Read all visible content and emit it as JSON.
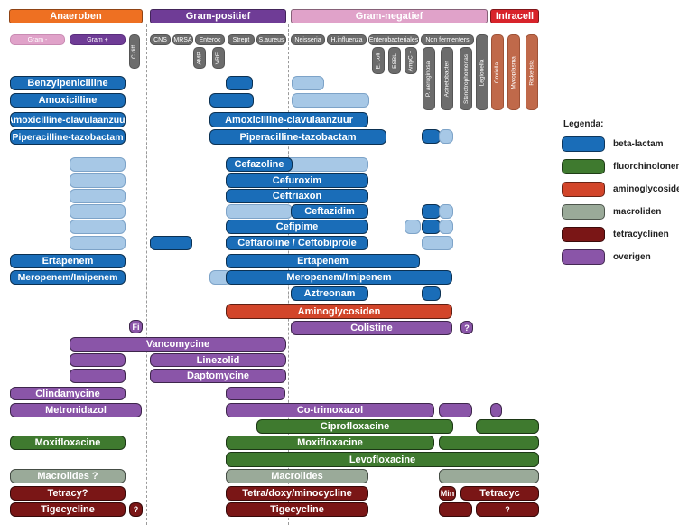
{
  "headers": {
    "anaeroben": "Anaeroben",
    "gram_pos": "Gram-positief",
    "gram_neg": "Gram-negatief",
    "intracell": "Intracell"
  },
  "subheaders": {
    "gram_minus": "Gram -",
    "gram_plus": "Gram +"
  },
  "organisms": {
    "c_diff": "C diff",
    "cns": "CNS",
    "mrsa": "MRSA",
    "enteroc": "Enteroc",
    "strept": "Strept",
    "saureus": "S.aureus",
    "neisseria": "Neisseria",
    "hinfluenza": "H.influenza",
    "enterobacteriales": "Enterobacteriales",
    "nonfermenters": "Non fermenters",
    "amp": "AMP",
    "vre": "VRE",
    "ecoli": "E. coli",
    "esbl": "ESBL",
    "ampc": "AmpC +",
    "paeruginosa": "P. aeruginosa",
    "acinetobacter": "Acinetobacter",
    "stenotrophomonas": "Stenotrophomonas",
    "legionella": "Legionella",
    "coxiella": "Coxiella",
    "mycoplasma": "Mycoplasma",
    "rickettsia": "Rickettsia"
  },
  "drugs": {
    "benzylpenicilline": "Benzylpenicilline",
    "amoxicilline": "Amoxicilline",
    "amoxiclav": "Amoxicilline-clavulaanzuur",
    "piptazo": "Piperacilline-tazobactam",
    "cefazoline": "Cefazoline",
    "cefuroxim": "Cefuroxim",
    "ceftriaxon": "Ceftriaxon",
    "ceftazidim": "Ceftazidim",
    "cefipime": "Cefipime",
    "ceftaroline": "Ceftaroline / Ceftobiprole",
    "ertapenem": "Ertapenem",
    "meropenem": "Meropenem/Imipenem",
    "aztreonam": "Aztreonam",
    "aminoglycosiden": "Aminoglycosiden",
    "fi": "Fi",
    "colistine": "Colistine",
    "q": "?",
    "vancomycine": "Vancomycine",
    "linezolid": "Linezolid",
    "daptomycine": "Daptomycine",
    "clindamycine": "Clindamycine",
    "metronidazol": "Metronidazol",
    "cotrimoxazol": "Co-trimoxazol",
    "ciprofloxacine": "Ciprofloxacine",
    "moxifloxacine": "Moxifloxacine",
    "levofloxacine": "Levofloxacine",
    "macrolides_q": "Macrolides ?",
    "macrolides": "Macrolides",
    "tetracy_q": "Tetracy?",
    "tetra_doxy": "Tetra/doxy/minocycline",
    "min": "Min",
    "tetracyc": "Tetracyc",
    "tigecycline": "Tigecycline"
  },
  "legend": {
    "title": "Legenda:",
    "items": [
      {
        "label": "beta-lactam",
        "color": "#1a6db8"
      },
      {
        "label": "fluorchinolonen",
        "color": "#3f7a2f"
      },
      {
        "label": "aminoglycosiden",
        "color": "#d2452a"
      },
      {
        "label": "macroliden",
        "color": "#9aaa99"
      },
      {
        "label": "tetracyclinen",
        "color": "#7a1616"
      },
      {
        "label": "overigen",
        "color": "#8a55a8"
      }
    ]
  }
}
